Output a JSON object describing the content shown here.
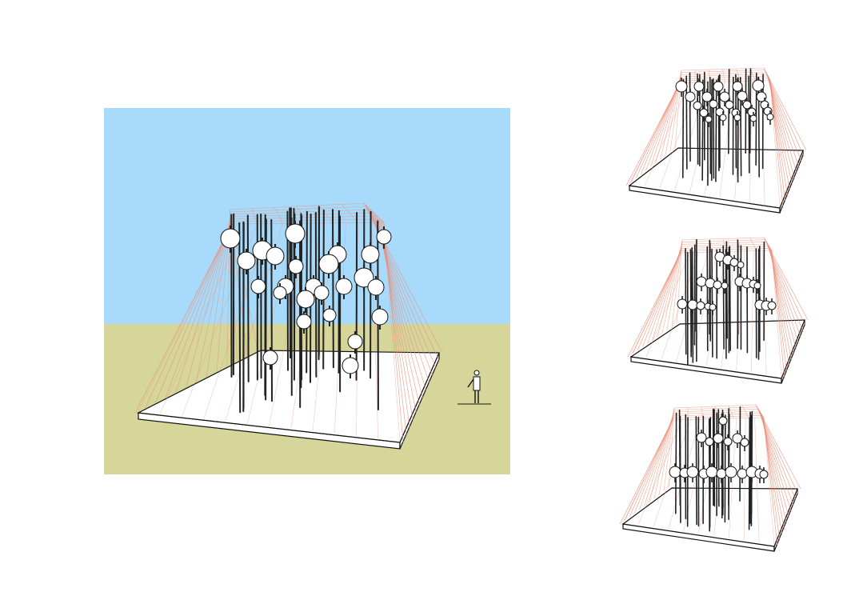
{
  "colors": {
    "page_background": "#ffffff",
    "sky": "#a8dbfb",
    "ground": "#d6d69a",
    "platform": "#ffffff",
    "outline": "#111111",
    "pole": "#222222",
    "bracing": "#e8907a",
    "sphere": "#ffffff"
  },
  "scene": {
    "main": {
      "view": "perspective",
      "background": [
        "sky",
        "ground"
      ],
      "human_scale_figure": true
    },
    "variants": [
      {
        "id": "top",
        "sphere_arrangement": "high-cluster"
      },
      {
        "id": "middle",
        "sphere_arrangement": "stepped-tiers"
      },
      {
        "id": "bottom",
        "sphere_arrangement": "low-line"
      }
    ]
  }
}
